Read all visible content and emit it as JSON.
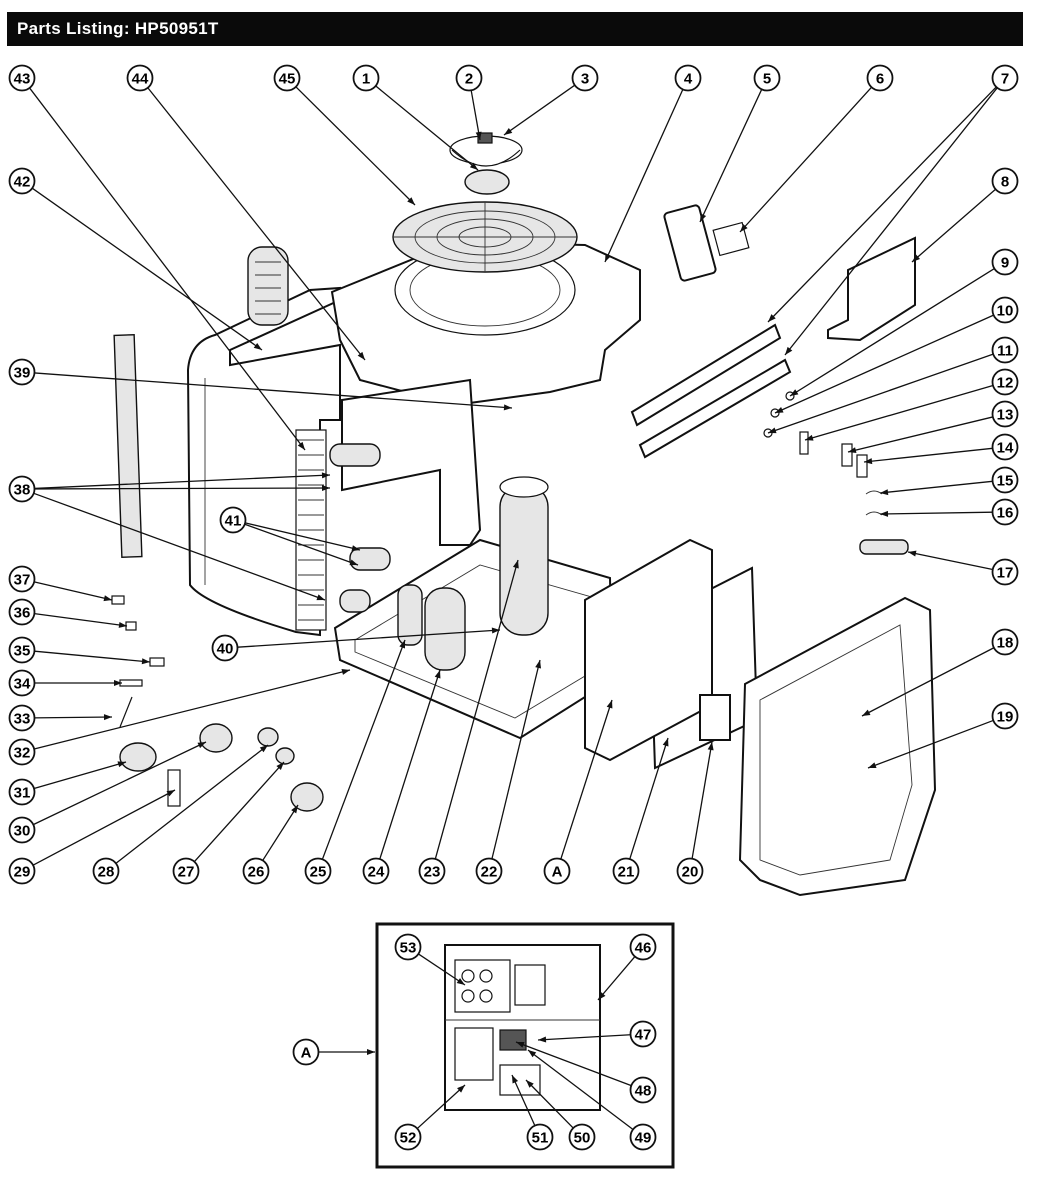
{
  "header": {
    "title": "Parts Listing: HP50951T"
  },
  "callouts": [
    {
      "id": "c1",
      "label": "1"
    },
    {
      "id": "c2",
      "label": "2"
    },
    {
      "id": "c3",
      "label": "3"
    },
    {
      "id": "c4",
      "label": "4"
    },
    {
      "id": "c5",
      "label": "5"
    },
    {
      "id": "c6",
      "label": "6"
    },
    {
      "id": "c7",
      "label": "7"
    },
    {
      "id": "c8",
      "label": "8"
    },
    {
      "id": "c9",
      "label": "9"
    },
    {
      "id": "c10",
      "label": "10"
    },
    {
      "id": "c11",
      "label": "11"
    },
    {
      "id": "c12",
      "label": "12"
    },
    {
      "id": "c13",
      "label": "13"
    },
    {
      "id": "c14",
      "label": "14"
    },
    {
      "id": "c15",
      "label": "15"
    },
    {
      "id": "c16",
      "label": "16"
    },
    {
      "id": "c17",
      "label": "17"
    },
    {
      "id": "c18",
      "label": "18"
    },
    {
      "id": "c19",
      "label": "19"
    },
    {
      "id": "c20",
      "label": "20"
    },
    {
      "id": "c21",
      "label": "21"
    },
    {
      "id": "c22",
      "label": "22"
    },
    {
      "id": "c23",
      "label": "23"
    },
    {
      "id": "c24",
      "label": "24"
    },
    {
      "id": "c25",
      "label": "25"
    },
    {
      "id": "c26",
      "label": "26"
    },
    {
      "id": "c27",
      "label": "27"
    },
    {
      "id": "c28",
      "label": "28"
    },
    {
      "id": "c29",
      "label": "29"
    },
    {
      "id": "c30",
      "label": "30"
    },
    {
      "id": "c31",
      "label": "31"
    },
    {
      "id": "c32",
      "label": "32"
    },
    {
      "id": "c33",
      "label": "33"
    },
    {
      "id": "c34",
      "label": "34"
    },
    {
      "id": "c35",
      "label": "35"
    },
    {
      "id": "c36",
      "label": "36"
    },
    {
      "id": "c37",
      "label": "37"
    },
    {
      "id": "c38",
      "label": "38"
    },
    {
      "id": "c39",
      "label": "39"
    },
    {
      "id": "c40",
      "label": "40"
    },
    {
      "id": "c41",
      "label": "41"
    },
    {
      "id": "c42",
      "label": "42"
    },
    {
      "id": "c43",
      "label": "43"
    },
    {
      "id": "c44",
      "label": "44"
    },
    {
      "id": "c45",
      "label": "45"
    },
    {
      "id": "cA1",
      "label": "A"
    },
    {
      "id": "cA2",
      "label": "A"
    },
    {
      "id": "c46",
      "label": "46"
    },
    {
      "id": "c47",
      "label": "47"
    },
    {
      "id": "c48",
      "label": "48"
    },
    {
      "id": "c49",
      "label": "49"
    },
    {
      "id": "c50",
      "label": "50"
    },
    {
      "id": "c51",
      "label": "51"
    },
    {
      "id": "c52",
      "label": "52"
    },
    {
      "id": "c53",
      "label": "53"
    }
  ]
}
